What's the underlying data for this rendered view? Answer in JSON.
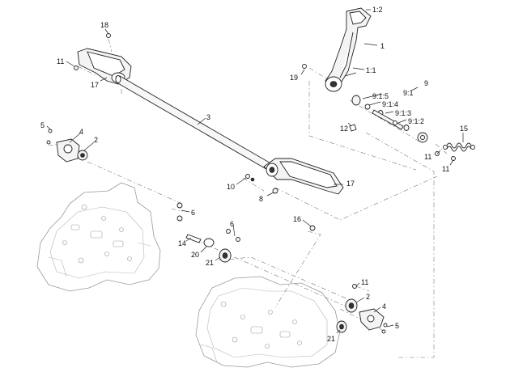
{
  "callouts": {
    "c_1_2": "1:2",
    "c_1": "1",
    "c_1_1": "1:1",
    "c_19": "19",
    "c_9": "9",
    "c_9_1": "9:1",
    "c_9_1_5": "9:1:5",
    "c_9_1_4": "9:1:4",
    "c_9_1_3": "9:1:3",
    "c_9_1_2": "9:1:2",
    "c_12": "12",
    "c_15": "15",
    "c_11_right_a": "11",
    "c_11_right_b": "11",
    "c_18": "18",
    "c_11_top": "11",
    "c_17_top": "17",
    "c_3": "3",
    "c_5_left": "5",
    "c_4_left": "4",
    "c_2_left": "2",
    "c_10": "10",
    "c_8": "8",
    "c_17_right": "17",
    "c_6_left": "6",
    "c_16": "16",
    "c_6_mid": "6",
    "c_14": "14",
    "c_20": "20",
    "c_21_mid": "21",
    "c_11_low": "11",
    "c_2_low": "2",
    "c_4_low": "4",
    "c_21_low": "21",
    "c_5_low": "5"
  },
  "colors": {
    "line": "#222222",
    "frame": "#9a9a9a",
    "leader_dash": "#777777",
    "background": "#ffffff"
  }
}
